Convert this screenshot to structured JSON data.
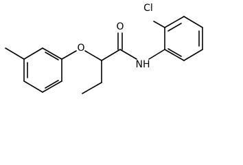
{
  "atoms": {
    "chlorine": "Cl",
    "carbonyl_oxygen": "O",
    "ether_oxygen": "O",
    "amide_nitrogen": "NH"
  }
}
